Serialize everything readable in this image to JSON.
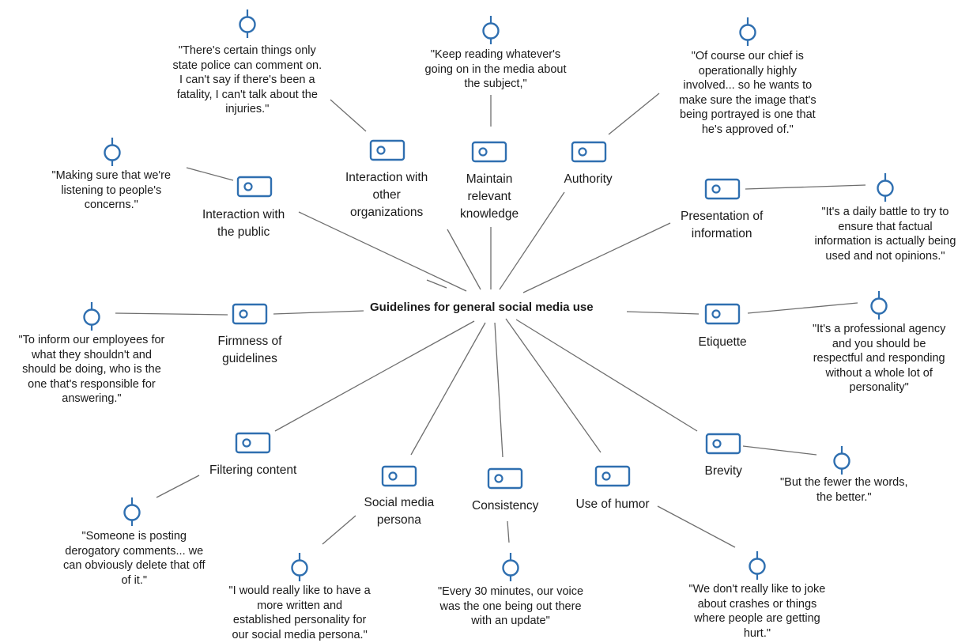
{
  "central": "Guidelines for general social media use",
  "themes": [
    {
      "id": "interaction-org",
      "label": [
        "Interaction with",
        "other",
        "organizations"
      ],
      "quote": [
        "\"There's certain things only",
        "state police can comment on.",
        "I can't say if there's been a",
        "fatality, I can't talk about the",
        "injuries.\""
      ]
    },
    {
      "id": "maintain-knowledge",
      "label": [
        "Maintain",
        "relevant",
        "knowledge"
      ],
      "quote": [
        "\"Keep reading whatever's",
        "going on in the media about",
        "the subject,\""
      ]
    },
    {
      "id": "authority",
      "label": [
        "Authority"
      ],
      "quote": [
        "\"Of course our chief is",
        "operationally highly",
        "involved... so he wants to",
        "make sure the image that's",
        "being portrayed is one that",
        "he's approved of.\""
      ]
    },
    {
      "id": "interaction-public",
      "label": [
        "Interaction with",
        "the public"
      ],
      "quote": [
        "\"Making sure that we're",
        "listening to people's",
        "concerns.\""
      ]
    },
    {
      "id": "presentation",
      "label": [
        "Presentation of",
        "information"
      ],
      "quote": [
        "\"It's a daily battle to try to",
        "ensure that factual",
        "information is actually being",
        "used and not opinions.\""
      ]
    },
    {
      "id": "firmness",
      "label": [
        "Firmness of",
        "guidelines"
      ],
      "quote": [
        "\"To inform our employees for",
        "what they shouldn't and",
        "should be doing, who is the",
        "one that's responsible for",
        "answering.\""
      ]
    },
    {
      "id": "etiquette",
      "label": [
        "Etiquette"
      ],
      "quote": [
        "\"It's a professional agency",
        "and you should be",
        "respectful and responding",
        "without a whole lot of",
        "personality\""
      ]
    },
    {
      "id": "filtering",
      "label": [
        "Filtering content"
      ],
      "quote": [
        "\"Someone is posting",
        "derogatory comments... we",
        "can obviously delete that off",
        "of it.\""
      ]
    },
    {
      "id": "persona",
      "label": [
        "Social media",
        "persona"
      ],
      "quote": [
        "\"I would really like to have a",
        "more written and",
        "established personality for",
        "our social media persona.\""
      ]
    },
    {
      "id": "consistency",
      "label": [
        "Consistency"
      ],
      "quote": [
        "\"Every 30 minutes, our voice",
        "was the one being out there",
        "with an update\""
      ]
    },
    {
      "id": "humor",
      "label": [
        "Use of humor"
      ],
      "quote": [
        "\"We don't really like to joke",
        "about crashes or things",
        "where people are getting",
        "hurt.\""
      ]
    },
    {
      "id": "brevity",
      "label": [
        "Brevity"
      ],
      "quote": [
        "\"But the fewer the words,",
        "the better.\""
      ]
    }
  ],
  "colors": {
    "accent": "#2f6fb0",
    "connector": "#6e6e6e"
  }
}
